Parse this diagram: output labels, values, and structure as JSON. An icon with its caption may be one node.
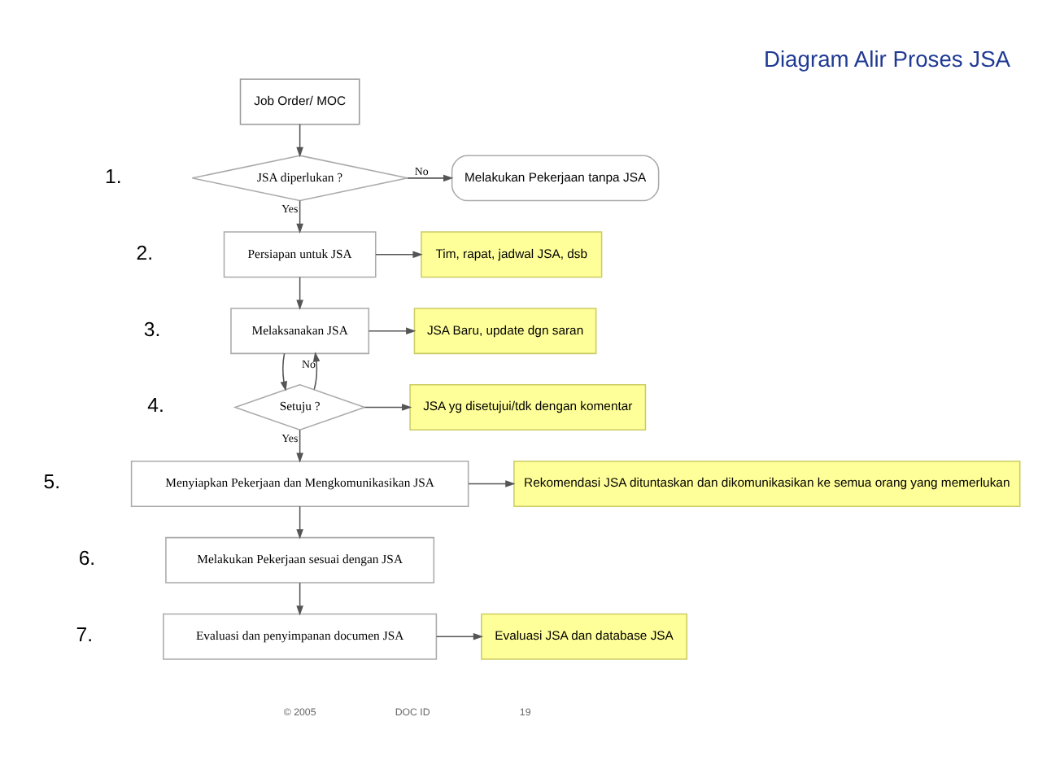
{
  "diagram": {
    "title": "Diagram Alir Proses JSA",
    "nodes": [
      {
        "text": [
          "Job Order/ MOC"
        ]
      },
      {
        "text": [
          "JSA diperlukan ?"
        ],
        "beside": [
          "1."
        ]
      },
      {
        "text": [
          "Melakukan Pekerjaan tanpa JSA"
        ]
      },
      {
        "text": [
          "Persiapan untuk JSA"
        ],
        "beside": [
          "2."
        ]
      },
      {
        "text": [
          "Tim, rapat, jadwal JSA, dsb"
        ]
      },
      {
        "text": [
          "Melaksanakan JSA"
        ],
        "beside": [
          "3."
        ]
      },
      {
        "text": [
          "JSA Baru, update dgn saran"
        ]
      },
      {
        "text": [
          "Setuju ?"
        ],
        "beside": [
          "4."
        ]
      },
      {
        "text": [
          "JSA yg disetujui/tdk dengan komentar"
        ]
      },
      {
        "text": [
          "Menyiapkan Pekerjaan dan Mengkomunikasikan JSA"
        ],
        "beside": [
          "5."
        ]
      },
      {
        "text": [
          "Rekomendasi JSA dituntaskan dan dikomunikasikan ke semua orang yang memerlukan"
        ]
      },
      {
        "text": [
          "Melakukan Pekerjaan sesuai dengan JSA"
        ],
        "beside": [
          "6."
        ]
      },
      {
        "text": [
          "Evaluasi dan penyimpanan documen JSA"
        ],
        "beside": [
          "7."
        ]
      },
      {
        "text": [
          "Evaluasi JSA dan database JSA"
        ]
      }
    ],
    "edges": [
      {
        "from": 0,
        "to": 1,
        "arrow": "to"
      },
      {
        "from": 1,
        "to": 2,
        "arrow": "to",
        "label": "No"
      },
      {
        "from": 1,
        "to": 3,
        "arrow": "to",
        "label": "Yes"
      },
      {
        "from": 3,
        "to": 4,
        "arrow": "to"
      },
      {
        "from": 3,
        "to": 5,
        "arrow": "to"
      },
      {
        "from": 5,
        "to": 6,
        "arrow": "to"
      },
      {
        "from": 5,
        "to": 7,
        "arrow": "to"
      },
      {
        "from": 7,
        "to": 5,
        "arrow": "to",
        "label": "No"
      },
      {
        "from": 7,
        "to": 8,
        "arrow": "to"
      },
      {
        "from": 7,
        "to": 9,
        "arrow": "to",
        "label": "Yes"
      },
      {
        "from": 9,
        "to": 10,
        "arrow": "to"
      },
      {
        "from": 9,
        "to": 11,
        "arrow": "to"
      },
      {
        "from": 11,
        "to": 12,
        "arrow": "to"
      },
      {
        "from": 12,
        "to": 13,
        "arrow": "to"
      }
    ],
    "labels": [
      "© 2005",
      "DOC ID",
      "19"
    ]
  }
}
